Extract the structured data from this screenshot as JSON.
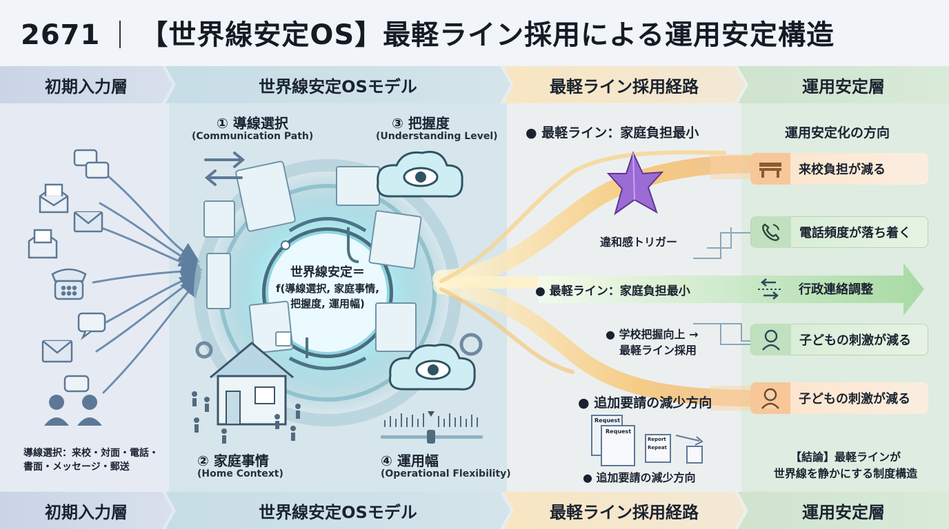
{
  "title": {
    "number": "2671",
    "text": "【世界線安定OS】最軽ライン採用による運用安定構造"
  },
  "headers": [
    "初期入力層",
    "世界線安定OSモデル",
    "最軽ライン採用経路",
    "運用安定層"
  ],
  "footers": [
    "初期入力層",
    "世界線安定OSモデル",
    "最軽ライン採用経路",
    "運用安定層"
  ],
  "input_layer": {
    "note": "導線選択：来校・対面・電話・書面・メッセージ・郵送"
  },
  "model": {
    "q1": {
      "title": "① 導線選択",
      "sub": "(Communication Path)"
    },
    "q2": {
      "title": "② 家庭事情",
      "sub": "(Home Context)"
    },
    "q3": {
      "title": "③ 把握度",
      "sub": "(Understanding Level)"
    },
    "q4": {
      "title": "④ 運用幅",
      "sub": "(Operational Flexibility)"
    },
    "formula": {
      "line1": "世界線安定＝",
      "line2": "f(導線選択, 家庭事情,",
      "line3": "把握度, 運用幅)"
    }
  },
  "path": {
    "top": "● 最軽ライン：家庭負担最小",
    "trigger": "違和感トリガー",
    "middle": "● 最軽ライン：家庭負担最小",
    "school_1": "● 学校把握向上 →",
    "school_2": "最軽ライン採用",
    "reduce_top": "● 追加要請の減少方向",
    "reduce_bottom": "● 追加要請の減少方向",
    "doc_labels": [
      "Request",
      "Request",
      "Report",
      "Repeat"
    ]
  },
  "stable": {
    "direction": "運用安定化の方向",
    "items": [
      {
        "label": "来校負担が減る",
        "icon": "bench-icon",
        "tone": "orange"
      },
      {
        "label": "電話頻度が落ち着く",
        "icon": "phone-icon",
        "tone": "green"
      },
      {
        "label": "行政連絡調整",
        "icon": "arrows-icon",
        "tone": "arrow"
      },
      {
        "label": "子どもの刺激が減る",
        "icon": "child-icon",
        "tone": "green"
      },
      {
        "label": "子どもの刺激が減る",
        "icon": "child-icon",
        "tone": "orange"
      }
    ],
    "conclusion_1": "【結論】最軽ラインが",
    "conclusion_2": "世界線を静かにする制度構造"
  },
  "colors": {
    "orange_glow": "#f6b56b",
    "green_glow": "#a7dca0",
    "core_cyan": "#9fe3ec",
    "icon_blue": "#5c7896"
  }
}
